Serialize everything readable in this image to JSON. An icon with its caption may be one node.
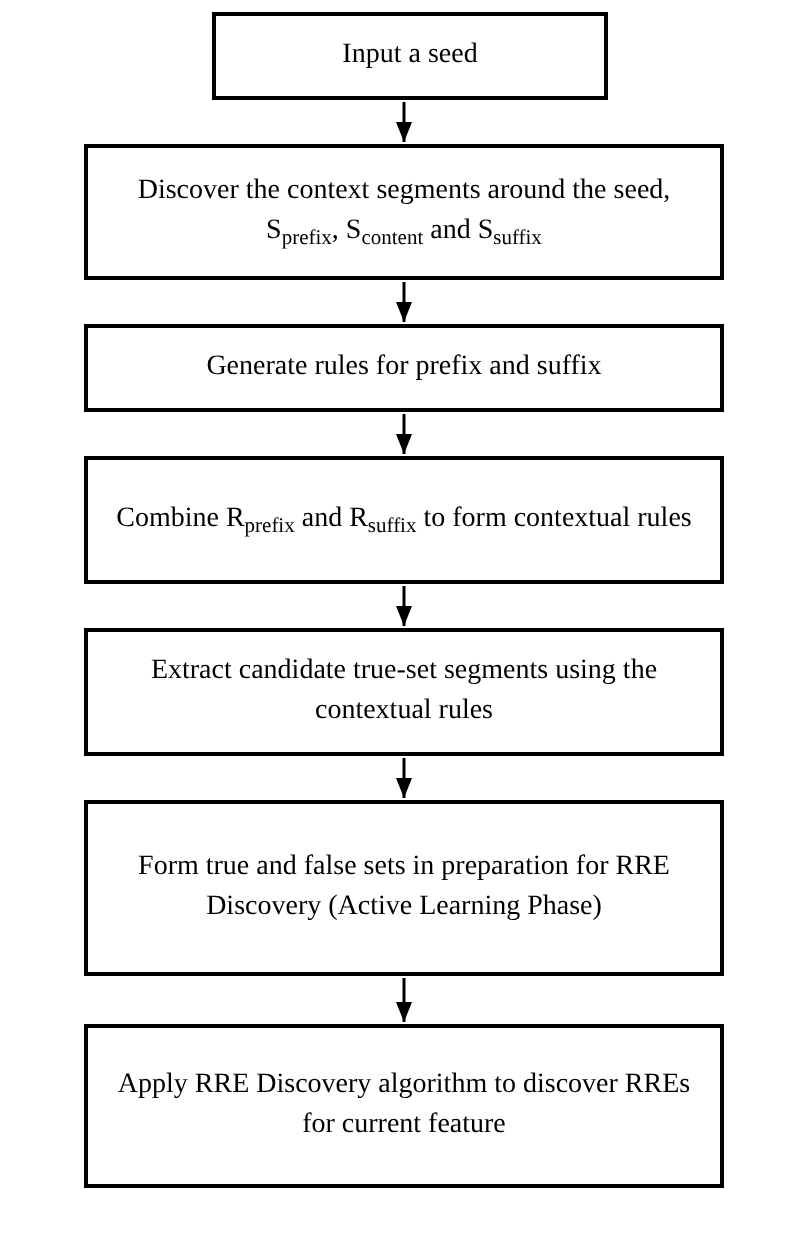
{
  "diagram": {
    "nodes": [
      {
        "text": [
          "Input a seed"
        ]
      },
      {
        "text": [
          "Discover the context segments around the seed, S$_{prefix}$, S$_{content}$ and S$_{suffix}$"
        ]
      },
      {
        "text": [
          "Generate rules for prefix and suffix"
        ]
      },
      {
        "text": [
          "Combine R$_{prefix}$ and R$_{suffix}$ to form contextual rules"
        ]
      },
      {
        "text": [
          "Extract candidate true-set segments using the contextual rules"
        ]
      },
      {
        "text": [
          "Form true and false sets in preparation for RRE Discovery (Active Learning Phase)"
        ]
      },
      {
        "text": [
          "Apply RRE Discovery algorithm to discover RREs for current feature"
        ]
      }
    ],
    "edges": [
      {
        "from": 0,
        "to": 1,
        "arrow": "to"
      },
      {
        "from": 1,
        "to": 2,
        "arrow": "to"
      },
      {
        "from": 2,
        "to": 3,
        "arrow": "to"
      },
      {
        "from": 3,
        "to": 4,
        "arrow": "to"
      },
      {
        "from": 4,
        "to": 5,
        "arrow": "to"
      },
      {
        "from": 5,
        "to": 6,
        "arrow": "to"
      }
    ]
  }
}
